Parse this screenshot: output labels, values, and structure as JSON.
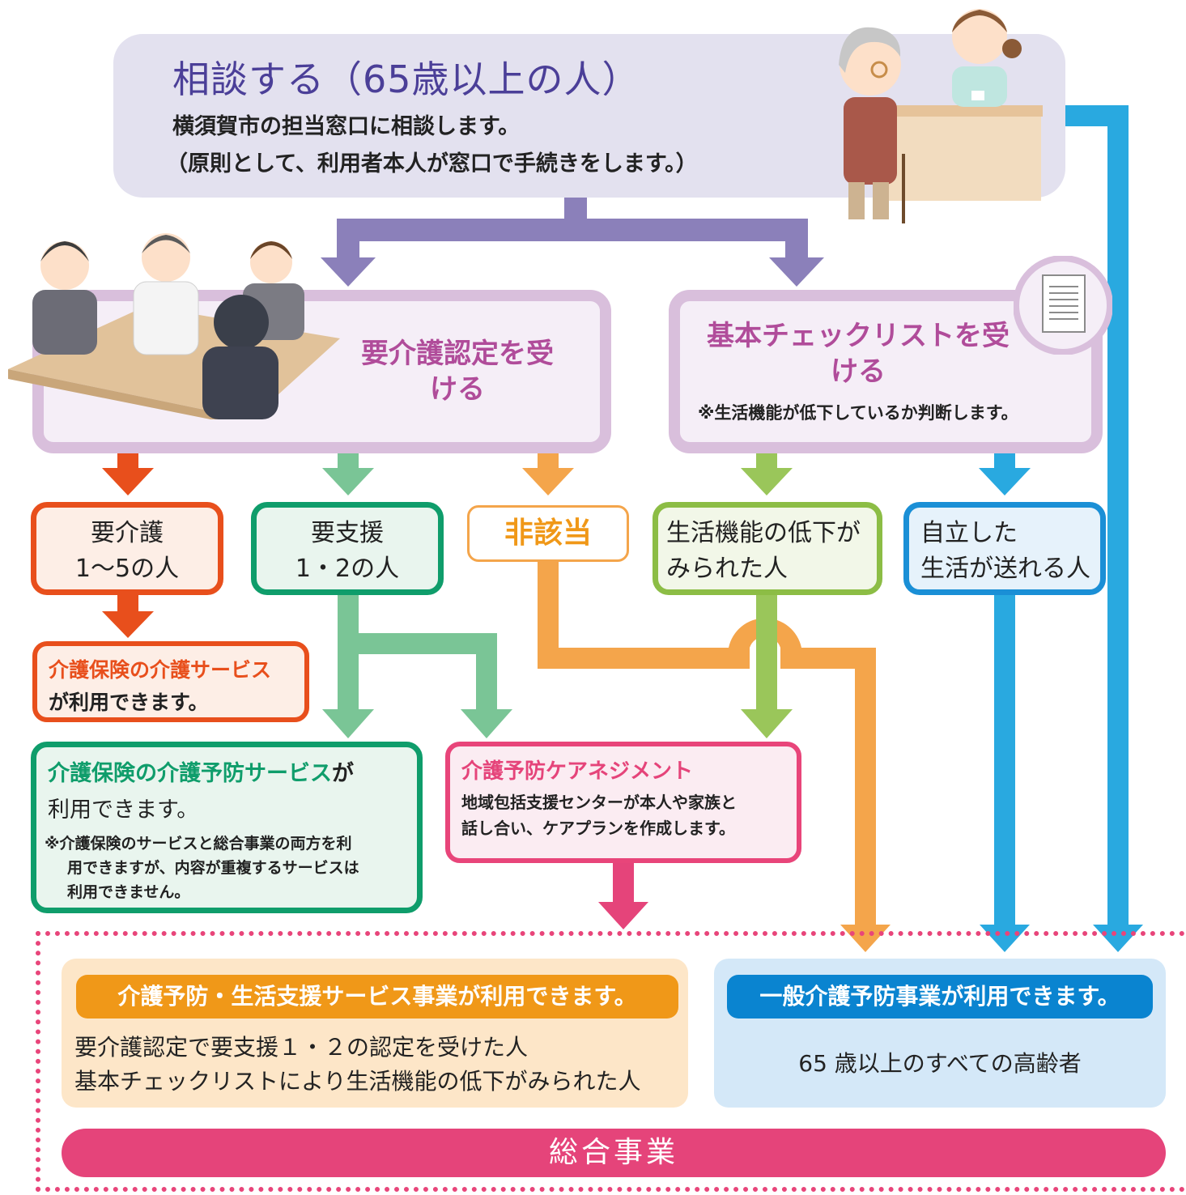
{
  "header": {
    "title": "相談する（65歳以上の人）",
    "desc_line1": "横須賀市の担当窓口に相談します。",
    "desc_line2": "（原則として、利用者本人が窓口で手続きをします。）"
  },
  "steps": {
    "certification_title": "要介護認定を受ける",
    "checklist_title": "基本チェックリストを受ける",
    "checklist_note": "※生活機能が低下しているか判断します。"
  },
  "results": {
    "care_line1": "要介護",
    "care_line2": "1～5の人",
    "support_line1": "要支援",
    "support_line2": "1・2の人",
    "not_applicable": "非該当",
    "decline_line1": "生活機能の低下が",
    "decline_line2": "みられた人",
    "independent_line1": "自立した",
    "independent_line2": "生活が送れる人"
  },
  "services": {
    "care_highlight": "介護保険の介護サービス",
    "care_rest": "が利用できます。",
    "prevention_highlight": "介護保険の介護予防サービス",
    "prevention_rest1": "が",
    "prevention_rest2": "利用できます。",
    "prevention_note1": "※介護保険のサービスと総合事業の両方を利",
    "prevention_note2": "用できますが、内容が重複するサービスは",
    "prevention_note3": "利用できません。",
    "management_title": "介護予防ケアネジメント",
    "management_desc1": "地域包括支援センターが本人や家族と",
    "management_desc2": "話し合い、ケアプランを作成します。"
  },
  "programs": {
    "life_support_badge": "介護予防・生活支援サービス事業が利用できます。",
    "life_support_line1": "要介護認定で要支援１・２の認定を受けた人",
    "life_support_line2": "基本チェックリストにより生活機能の低下がみられた人",
    "general_badge": "一般介護予防事業が利用できます。",
    "general_target": "65 歳以上のすべての高齢者",
    "comprehensive": "総合事業"
  },
  "colors": {
    "purple_arrow": "#8b80ba",
    "orange_red": "#e84f1c",
    "green": "#0f9d6b",
    "light_green": "#9ac65a",
    "orange": "#f4a54b",
    "blue": "#29a9e0",
    "pink": "#e5447a"
  }
}
